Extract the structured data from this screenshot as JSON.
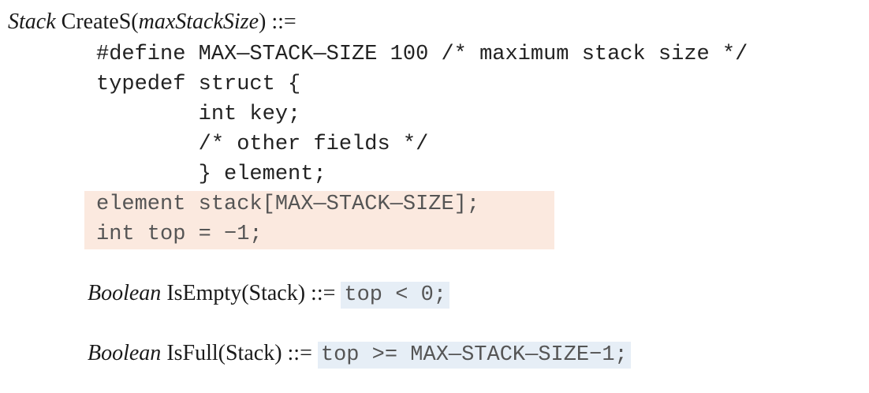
{
  "signature": {
    "return_type": "Stack",
    "name": "CreateS(",
    "param": "maxStackSize",
    "suffix": ") ::="
  },
  "code_lines": [
    "#define MAX—STACK—SIZE 100 /* maximum stack size */",
    "typedef struct {",
    "        int key;",
    "        /* other fields */",
    "        } element;",
    "element stack[MAX—STACK—SIZE];",
    "int top = −1;"
  ],
  "is_empty": {
    "return_type": "Boolean",
    "signature": " IsEmpty(Stack) ::=",
    "code": "top < 0;"
  },
  "is_full": {
    "return_type": "Boolean",
    "signature": " IsFull(Stack) ::=",
    "code": "top >= MAX—STACK—SIZE−1;"
  },
  "colors": {
    "orange_highlight": "#fbe9df",
    "blue_highlight": "#e6eef6"
  }
}
